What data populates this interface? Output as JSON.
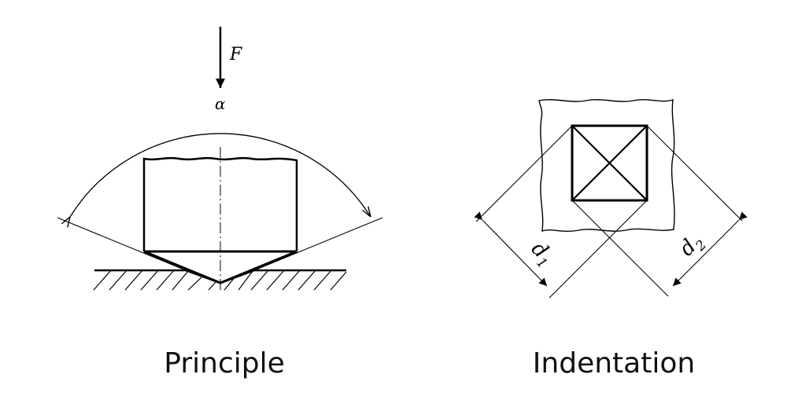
{
  "principle": {
    "caption": "Principle",
    "force_label": "F",
    "angle_label": "α"
  },
  "indentation": {
    "caption": "Indentation",
    "d1_label": "d",
    "d1_subscript": "1",
    "d2_label": "d",
    "d2_subscript": "2"
  }
}
